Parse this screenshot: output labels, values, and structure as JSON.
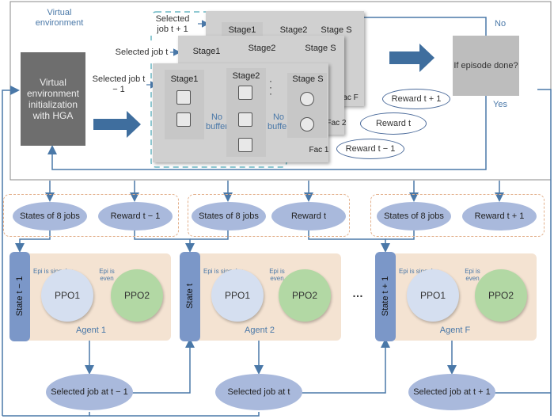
{
  "env": {
    "title": "Virtual environment",
    "init_box": "Virtual environment initialization with HGA",
    "selected_jobs": [
      "Selected job t + 1",
      "Selected job t",
      "Selected job t − 1"
    ],
    "factory_labels": [
      "Fac F",
      "Fac 2",
      "Fac 1"
    ],
    "stage_labels": [
      "Stage1",
      "Stage2",
      "Stage S"
    ],
    "no_buffer": "No buffer",
    "rewards": [
      "Reward t + 1",
      "Reward t",
      "Reward t − 1"
    ],
    "decision": "If episode done?",
    "no_label": "No",
    "yes_label": "Yes",
    "icons": {
      "stage1": "robot-arm-icon",
      "stage2": "press-machine-icon",
      "stageS": "reel-machine-icon"
    }
  },
  "observations": [
    {
      "states": "States of 8 jobs",
      "reward": "Reward t − 1"
    },
    {
      "states": "States of 8 jobs",
      "reward": "Reward t"
    },
    {
      "states": "States of 8 jobs",
      "reward": "Reward t + 1"
    }
  ],
  "agents": [
    {
      "name": "Agent 1",
      "state": "State t − 1",
      "ppo1": "PPO1",
      "ppo2": "PPO2",
      "epi_odd": "Epi is singular",
      "epi_even": "Epi is even",
      "output": "Selected job at t − 1"
    },
    {
      "name": "Agent 2",
      "state": "State t",
      "ppo1": "PPO1",
      "ppo2": "PPO2",
      "epi_odd": "Epi is singular",
      "epi_even": "Epi is even",
      "output": "Selected job at t"
    },
    {
      "name": "Agent F",
      "state": "State t + 1",
      "ppo1": "PPO1",
      "ppo2": "PPO2",
      "epi_odd": "Epi is singular",
      "epi_even": "Epi is even",
      "output": "Selected job at t + 1"
    }
  ],
  "ellipsis": "…",
  "colors": {
    "arrow": "#4a78a8",
    "big_arrow": "#3f6e9e",
    "dash_teal": "#6bb7c4",
    "dash_orange": "#e3b08c",
    "agent_bg": "#f4e3d2",
    "ppo1": "#d5dff0",
    "ppo2": "#b2d8a4",
    "pill": "#a9b9dc"
  }
}
